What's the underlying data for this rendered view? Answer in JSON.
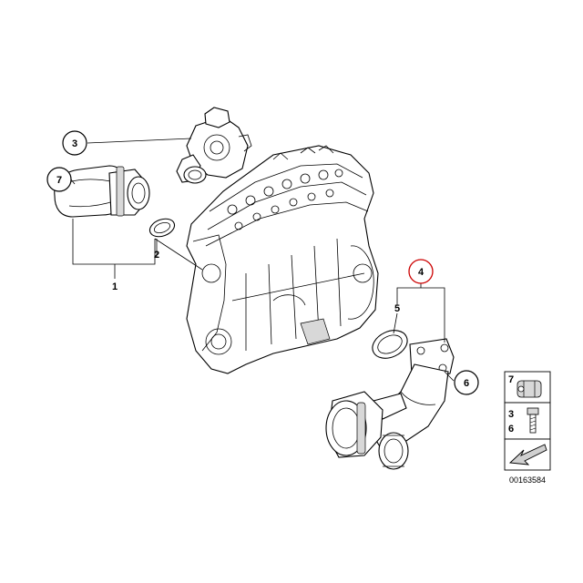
{
  "callouts": {
    "c1": "1",
    "c2": "2",
    "c3": "3",
    "c4": "4",
    "c5": "5",
    "c6": "6",
    "c7": "7"
  },
  "legend": {
    "top_number": "7",
    "middle_numbers": [
      "3",
      "6"
    ]
  },
  "reference_code": "00163584",
  "colors": {
    "line": "#000000",
    "background": "#ffffff",
    "highlight_circle": "#cc0000",
    "arrow_fill": "#d0d0d0"
  },
  "icons": {
    "hose_clamp": "hose-clamp-icon",
    "bolt": "bolt-icon",
    "direction_arrow": "direction-arrow-icon"
  }
}
